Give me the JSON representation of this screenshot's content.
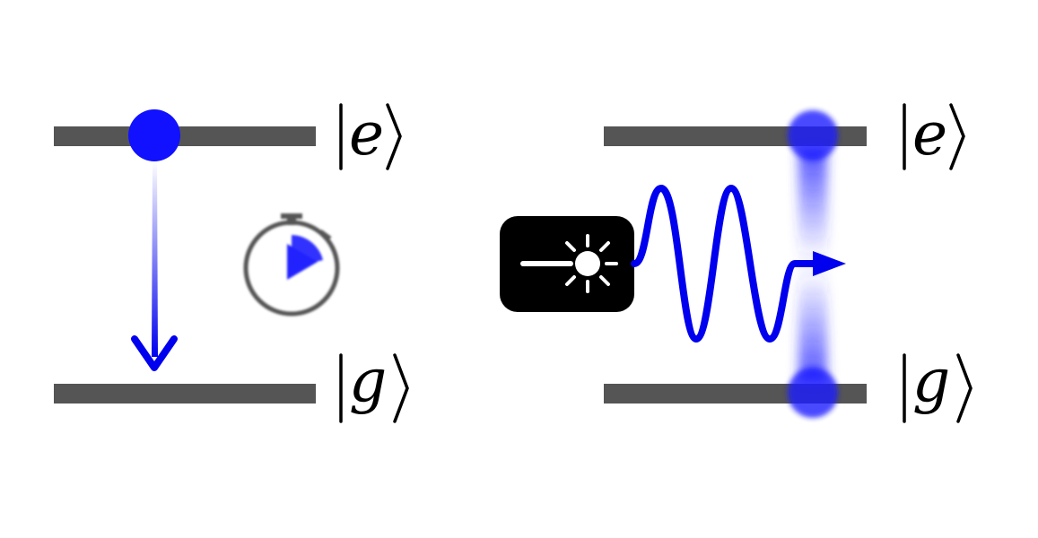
{
  "left_panel": {
    "excited_label": "e",
    "ground_label": "g",
    "atom_color": "#1111ff",
    "level_color": "#555555"
  },
  "right_panel": {
    "excited_label": "e",
    "ground_label": "g",
    "laser_body_color": "#000000",
    "laser_symbol_color": "#ffffff",
    "wave_color": "#0000ee",
    "atom_color": "#1a1aff",
    "level_color": "#555555"
  },
  "icons": {
    "decay_arrow": "arrow-down-icon",
    "timer": "stopwatch-icon",
    "laser": "laser-icon",
    "photon": "wavy-arrow-icon"
  }
}
